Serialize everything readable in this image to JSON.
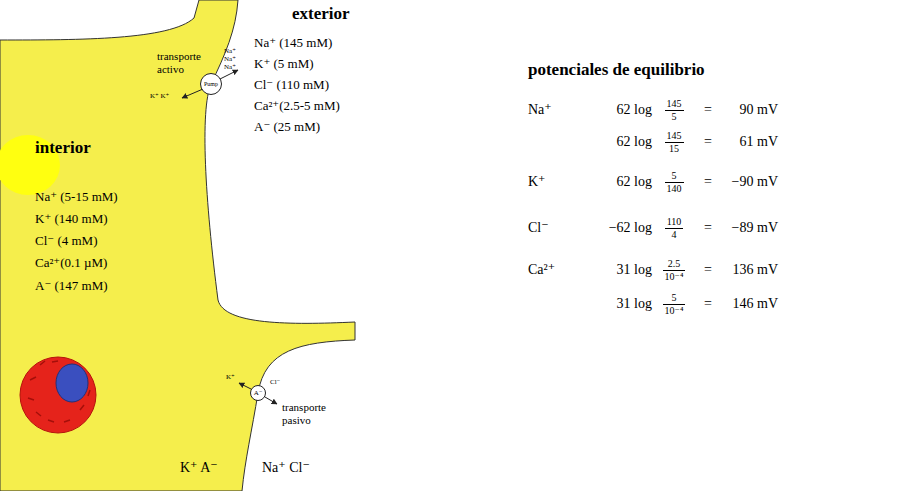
{
  "diagram": {
    "nodes": [
      {
        "text": [
          "Pump"
        ]
      },
      {
        "text": [
          "A⁻"
        ]
      }
    ],
    "labels": [
      "exterior",
      "transporte activo",
      "Na⁺ Na⁺ Na⁺",
      "K⁺ K⁺",
      "Na⁺ (145 mM)",
      "K⁺ (5 mM)",
      "Cl⁻ (110 mM)",
      "Ca²⁺(2.5-5 mM)",
      "A⁻ (25 mM)",
      "interior",
      "Na⁺ (5-15 mM)",
      "K⁺ (140 mM)",
      "Cl⁻ (4 mM)",
      "Ca²⁺(0.1 µM)",
      "A⁻ (147 mM)",
      "K⁺",
      "Cl⁻",
      "transporte pasivo",
      "K⁺ A⁻",
      "Na⁺ Cl⁻",
      "potenciales de equilibrio",
      "Na⁺",
      "62 log",
      "145",
      "5",
      "=",
      "90 mV",
      "62 log",
      "145",
      "15",
      "=",
      "61 mV",
      "K⁺",
      "62 log",
      "5",
      "140",
      "=",
      "−90 mV",
      "Cl⁻",
      "−62 log",
      "110",
      "4",
      "=",
      "−89 mV",
      "Ca²⁺",
      "31 log",
      "2.5",
      "10⁻⁴",
      "=",
      "136 mV",
      "31 log",
      "5",
      "10⁻⁴",
      "=",
      "146 mV"
    ]
  }
}
